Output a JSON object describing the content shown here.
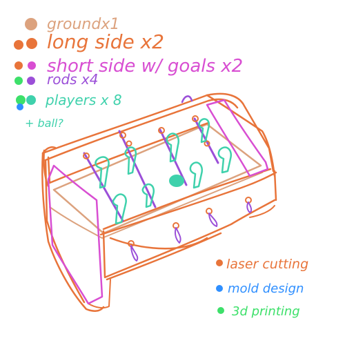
{
  "colors": {
    "ground": "#dca27e",
    "long_side": "#e8743a",
    "short_side": "#d84ed2",
    "rods": "#9b4fd8",
    "players": "#3fd1ac",
    "green": "#3de06a",
    "blue": "#2f8fff",
    "laser": "#e8743a"
  },
  "parts_list": [
    {
      "label": "groundx1"
    },
    {
      "label": "long side x2"
    },
    {
      "label": "short side w/ goals x2"
    },
    {
      "label": "rods x4"
    },
    {
      "label": "players x 8"
    }
  ],
  "ball_note": "+ ball?",
  "legend": [
    {
      "label": "laser cutting"
    },
    {
      "label": "mold design"
    },
    {
      "label": "3d printing"
    }
  ]
}
